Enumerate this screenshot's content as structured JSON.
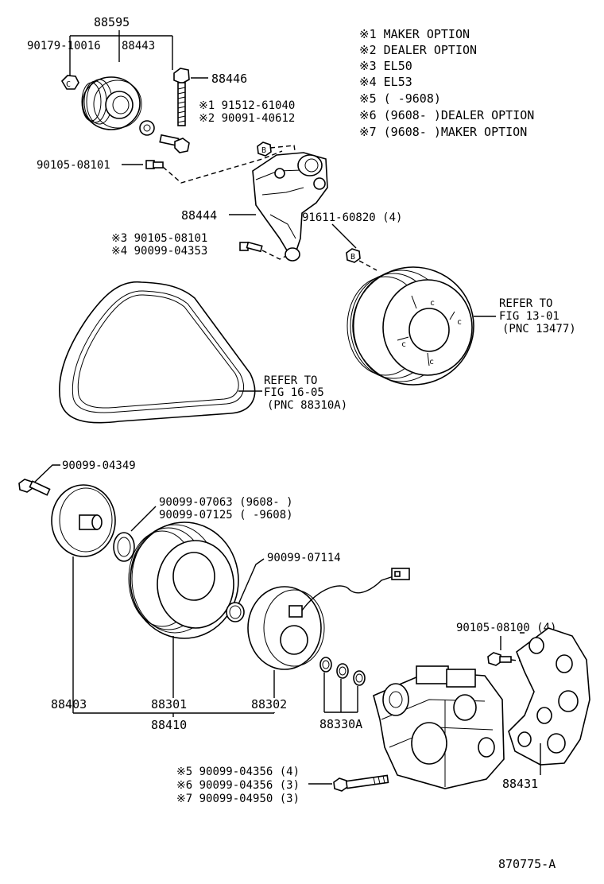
{
  "notes": [
    "※1  MAKER OPTION",
    "※2  DEALER OPTION",
    "※3  EL50",
    "※4  EL53",
    "※5 (      -9608)",
    "※6 (9608-      )DEALER OPTION",
    "※7 (9608-      )MAKER OPTION"
  ],
  "labels": {
    "l_88595": "88595",
    "l_90179": "90179-10016",
    "l_88443": "88443",
    "l_88446": "88446",
    "l_n1_91512": "※1 91512-61040",
    "l_n2_90091": "※2 90091-40612",
    "l_90105_08101": "90105-08101",
    "l_88444": "88444",
    "l_n3": "※3 90105-08101",
    "l_n4": "※4 90099-04353",
    "l_91611": "91611-60820 (4)",
    "ref1_a": "REFER TO",
    "ref1_b": "FIG 13-01",
    "ref1_c": "(PNC 13477)",
    "ref2_a": "REFER TO",
    "ref2_b": "FIG 16-05",
    "ref2_c": "(PNC 88310A)",
    "l_90099_04349": "90099-04349",
    "l_07063": "90099-07063 (9608-       )",
    "l_07125": "90099-07125 (       -9608)",
    "l_07114": "90099-07114",
    "l_08100": "90105-08100 (4)",
    "l_88403": "88403",
    "l_88301": "88301",
    "l_88302": "88302",
    "l_88410": "88410",
    "l_88330A": "88330A",
    "l_88431": "88431",
    "l_n5": "※5  90099-04356 (4)",
    "l_n6": "※6  90099-04356 (3)",
    "l_n7": "※7  90099-04950 (3)",
    "marker_b1": "B",
    "marker_b2": "B",
    "marker_c": "C",
    "fig_id": "870775-A"
  }
}
